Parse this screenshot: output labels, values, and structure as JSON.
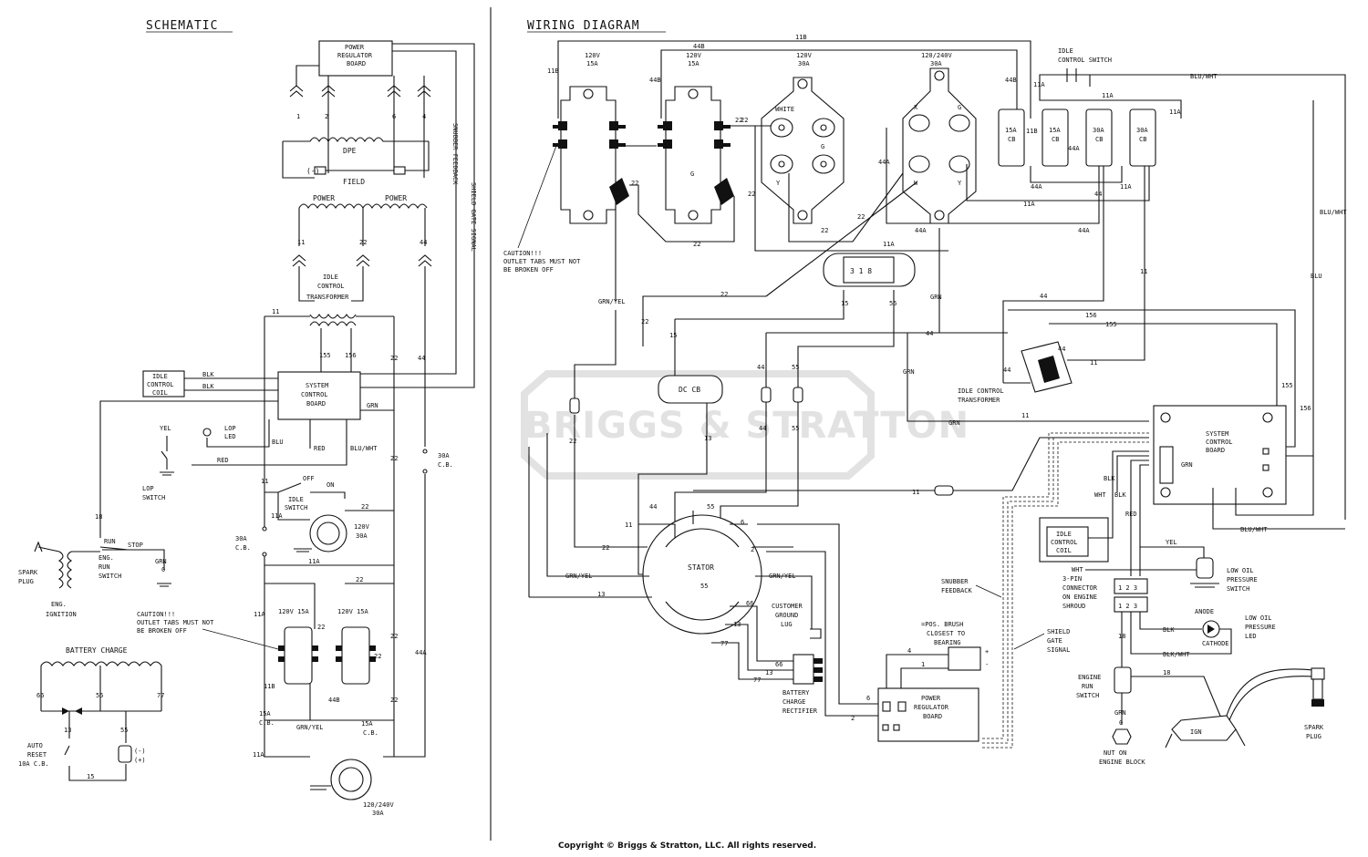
{
  "titles": {
    "schematic": "SCHEMATIC",
    "wiring": "WIRING DIAGRAM"
  },
  "watermark": "BRIGGS & STRATTON",
  "copyright": "Copyright © Briggs & Stratton, LLC. All rights reserved.",
  "schematic": {
    "power_regulator_board": [
      "POWER",
      "REGULATOR",
      "BOARD"
    ],
    "dpe": "DPE",
    "field": "FIELD",
    "power_left": "POWER",
    "power_right": "POWER",
    "snubber_feedback": "SNUBBER FEEDBACK",
    "shield_gate_signal": "SHIELD GATE SIGNAL",
    "idle_control_transformer": [
      "IDLE",
      "CONTROL",
      "TRANSFORMER"
    ],
    "system_control_board": [
      "SYSTEM",
      "CONTROL",
      "BOARD"
    ],
    "idle_control_coil": [
      "IDLE",
      "CONTROL",
      "COIL"
    ],
    "lop_led": [
      "LOP",
      "LED"
    ],
    "lop_switch": [
      "LOP",
      "SWITCH"
    ],
    "idle_switch": [
      "IDLE",
      "SWITCH"
    ],
    "off": "OFF",
    "on": "ON",
    "eng_run_switch": [
      "ENG.",
      "RUN",
      "SWITCH"
    ],
    "run": "RUN",
    "stop": "STOP",
    "spark_plug": [
      "SPARK",
      "PLUG"
    ],
    "eng_ignition": [
      "ENG.",
      "IGNITION"
    ],
    "battery_charge": "BATTERY CHARGE",
    "auto_reset": [
      "AUTO",
      "RESET",
      "10A C.B."
    ],
    "caution": [
      "CAUTION!!!",
      "OUTLET TABS MUST NOT",
      "BE BROKEN OFF"
    ],
    "outlet_120v_15a": "120V 15A",
    "outlet_120v_30a": [
      "120V",
      "30A"
    ],
    "outlet_120_240v_30a": [
      "120/240V",
      "30A"
    ],
    "cb_30a": [
      "30A",
      "C.B."
    ],
    "cb_15a": [
      "15A",
      "C.B."
    ],
    "wire_labels": {
      "w1": "1",
      "w2": "2",
      "w4": "4",
      "w6": "6",
      "w11": "11",
      "w22": "22",
      "w44": "44",
      "w155": "155",
      "w156": "156",
      "w18": "18",
      "w11a": "11A",
      "w44a": "44A",
      "w11b": "11B",
      "w44b": "44B",
      "w66": "66",
      "w77": "77",
      "w55": "55",
      "w13": "13",
      "w15": "15",
      "blk": "BLK",
      "grn": "GRN",
      "yel": "YEL",
      "blu": "BLU",
      "red": "RED",
      "bluwht": "BLU/WHT",
      "grn0": [
        "GRN",
        "0"
      ],
      "grnyel": "GRN/YEL",
      "plus": "(+)",
      "minus": "(-)"
    }
  },
  "wiring": {
    "outlet1": [
      "120V",
      "15A"
    ],
    "outlet2": [
      "120V",
      "15A"
    ],
    "outlet3": [
      "120V",
      "30A"
    ],
    "outlet4": [
      "120/240V",
      "30A"
    ],
    "white": "WHITE",
    "g": "G",
    "y": "Y",
    "x": "X",
    "w": "W",
    "idle_control_switch": [
      "IDLE",
      "CONTROL SWITCH"
    ],
    "cb": [
      "15A\nCB",
      "15A\nCB",
      "30A\nCB",
      "30A\nCB"
    ],
    "caution": [
      "CAUTION!!!",
      "OUTLET TABS MUST NOT",
      "BE BROKEN OFF"
    ],
    "dc_cb": "DC CB",
    "stator": "STATOR",
    "idle_control_transformer": [
      "IDLE CONTROL",
      "TRANSFORMER"
    ],
    "system_control_board": [
      "SYSTEM",
      "CONTROL",
      "BOARD"
    ],
    "idle_control_coil": [
      "IDLE",
      "CONTROL",
      "COIL"
    ],
    "low_oil_switch": [
      "LOW OIL",
      "PRESSURE",
      "SWITCH"
    ],
    "low_oil_led": [
      "LOW OIL",
      "PRESSURE",
      "LED"
    ],
    "connector": [
      "3-PIN",
      "CONNECTOR",
      "ON ENGINE",
      "SHROUD"
    ],
    "anode": "ANODE",
    "cathode": "CATHODE",
    "engine_run_switch": [
      "ENGINE",
      "RUN",
      "SWITCH"
    ],
    "nut": [
      "NUT ON",
      "ENGINE BLOCK"
    ],
    "spark_plug": [
      "SPARK",
      "PLUG"
    ],
    "customer_ground_lug": [
      "CUSTOMER",
      "GROUND",
      "LUG"
    ],
    "battery_charge_rectifier": [
      "BATTERY",
      "CHARGE",
      "RECTIFIER"
    ],
    "snubber_feedback": [
      "SNUBBER",
      "FEEDBACK"
    ],
    "shield_gate_signal": [
      "SHIELD",
      "GATE",
      "SIGNAL"
    ],
    "pos_brush": [
      "=POS. BRUSH",
      "CLOSEST TO",
      "BEARING"
    ],
    "power_regulator_board": [
      "POWER",
      "REGULATOR",
      "BOARD"
    ],
    "ign": "IGN",
    "wire_labels": {
      "w11b": "11B",
      "w44b": "44B",
      "w11a": "11A",
      "w44a": "44A",
      "w22": "22",
      "w44": "44",
      "w11": "11",
      "w15": "15",
      "w55": "55",
      "w13": "13",
      "w155": "155",
      "w156": "156",
      "w66": "66",
      "w77": "77",
      "w2": "2",
      "w6": "6",
      "w4": "4",
      "w1": "1",
      "w18": "18",
      "grn": "GRN",
      "grnyel": "GRN/YEL",
      "bluwht": "BLU/WHT",
      "blu": "BLU",
      "blk": "BLK",
      "wht": "WHT",
      "red": "RED",
      "yel": "YEL",
      "blkwht": "BLK/WHT",
      "grn0": "0",
      "pins": "1 2 3",
      "dcval": "3 1 8"
    }
  }
}
